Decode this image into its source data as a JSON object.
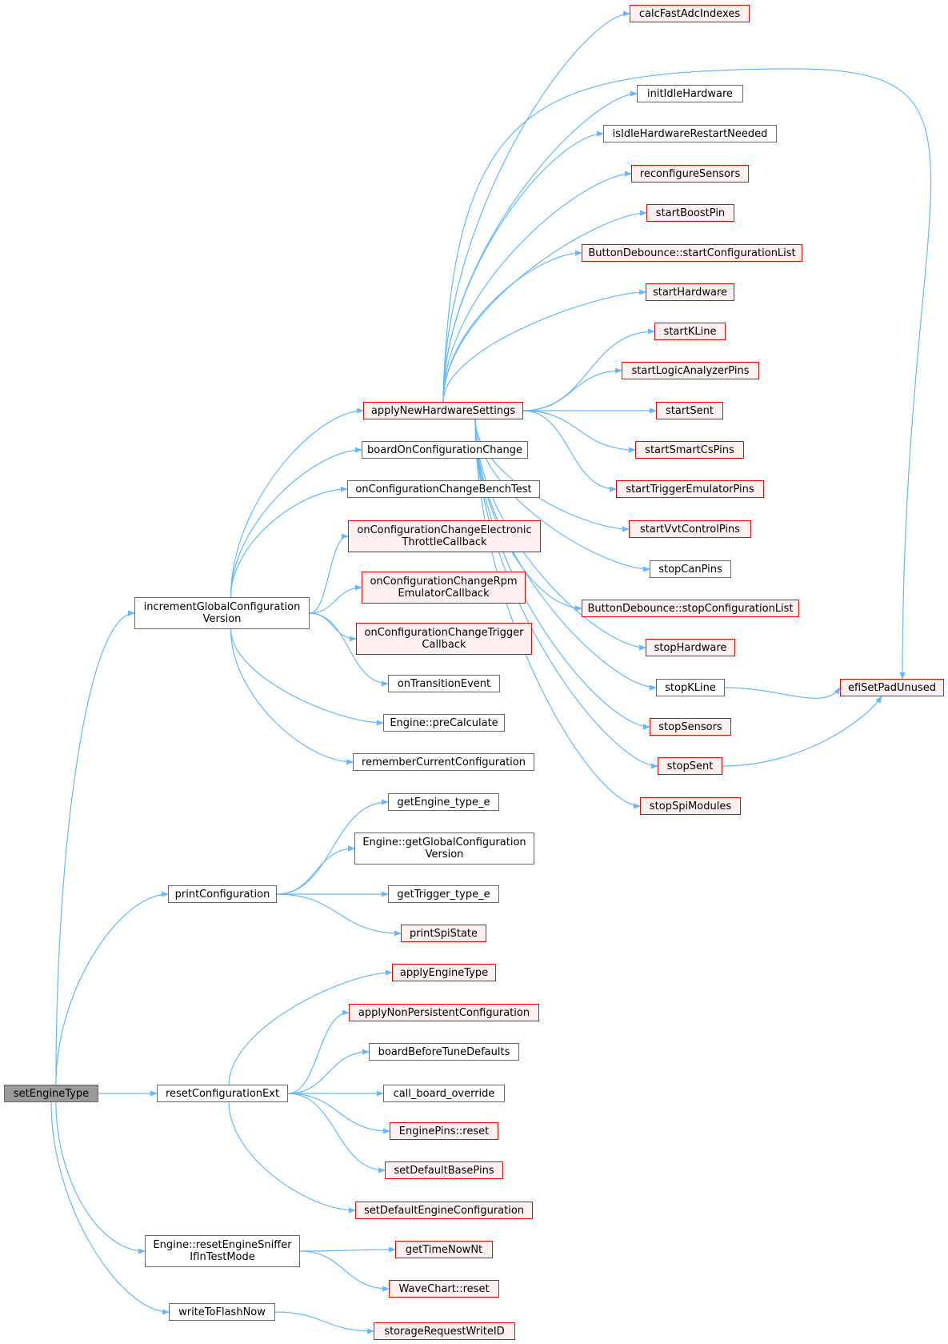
{
  "colors": {
    "edge": "#63b8ff",
    "border_default": "#666666",
    "border_incomplete": "#ff0000",
    "fill_incomplete": "#fff0f0",
    "fill_root": "#999999"
  },
  "nodes": {
    "setEngineType": {
      "label": "setEngineType",
      "style": "root"
    },
    "incrementGlobalConfigurationVersion": {
      "label": "incrementGlobalConfiguration\nVersion",
      "style": "normal"
    },
    "printConfiguration": {
      "label": "printConfiguration",
      "style": "normal"
    },
    "resetConfigurationExt": {
      "label": "resetConfigurationExt",
      "style": "normal"
    },
    "resetEngineSnifferIfInTestMode": {
      "label": "Engine::resetEngineSniffer\nIfInTestMode",
      "style": "normal"
    },
    "writeToFlashNow": {
      "label": "writeToFlashNow",
      "style": "normal"
    },
    "applyNewHardwareSettings": {
      "label": "applyNewHardwareSettings",
      "style": "red"
    },
    "boardOnConfigurationChange": {
      "label": "boardOnConfigurationChange",
      "style": "normal"
    },
    "onConfigurationChangeBenchTest": {
      "label": "onConfigurationChangeBenchTest",
      "style": "normal"
    },
    "onConfigurationChangeElectronicThrottleCallback": {
      "label": "onConfigurationChangeElectronic\nThrottleCallback",
      "style": "red"
    },
    "onConfigurationChangeRpmEmulatorCallback": {
      "label": "onConfigurationChangeRpm\nEmulatorCallback",
      "style": "red"
    },
    "onConfigurationChangeTriggerCallback": {
      "label": "onConfigurationChangeTrigger\nCallback",
      "style": "red"
    },
    "onTransitionEvent": {
      "label": "onTransitionEvent",
      "style": "normal"
    },
    "preCalculate": {
      "label": "Engine::preCalculate",
      "style": "normal"
    },
    "rememberCurrentConfiguration": {
      "label": "rememberCurrentConfiguration",
      "style": "normal"
    },
    "getEngine_type_e": {
      "label": "getEngine_type_e",
      "style": "normal"
    },
    "getGlobalConfigurationVersion": {
      "label": "Engine::getGlobalConfiguration\nVersion",
      "style": "normal"
    },
    "getTrigger_type_e": {
      "label": "getTrigger_type_e",
      "style": "normal"
    },
    "printSpiState": {
      "label": "printSpiState",
      "style": "red"
    },
    "applyEngineType": {
      "label": "applyEngineType",
      "style": "red"
    },
    "applyNonPersistentConfiguration": {
      "label": "applyNonPersistentConfiguration",
      "style": "red"
    },
    "boardBeforeTuneDefaults": {
      "label": "boardBeforeTuneDefaults",
      "style": "normal"
    },
    "call_board_override": {
      "label": "call_board_override",
      "style": "normal"
    },
    "enginePinsReset": {
      "label": "EnginePins::reset",
      "style": "red"
    },
    "setDefaultBasePins": {
      "label": "setDefaultBasePins",
      "style": "red"
    },
    "setDefaultEngineConfiguration": {
      "label": "setDefaultEngineConfiguration",
      "style": "red"
    },
    "getTimeNowNt": {
      "label": "getTimeNowNt",
      "style": "red"
    },
    "waveChartReset": {
      "label": "WaveChart::reset",
      "style": "red"
    },
    "storageRequestWriteID": {
      "label": "storageRequestWriteID",
      "style": "red"
    },
    "calcFastAdcIndexes": {
      "label": "calcFastAdcIndexes",
      "style": "red"
    },
    "initIdleHardware": {
      "label": "initIdleHardware",
      "style": "normal"
    },
    "isIdleHardwareRestartNeeded": {
      "label": "isIdleHardwareRestartNeeded",
      "style": "normal"
    },
    "reconfigureSensors": {
      "label": "reconfigureSensors",
      "style": "red"
    },
    "startBoostPin": {
      "label": "startBoostPin",
      "style": "red"
    },
    "startConfigurationList": {
      "label": "ButtonDebounce::startConfigurationList",
      "style": "red"
    },
    "startHardware": {
      "label": "startHardware",
      "style": "red"
    },
    "startKLine": {
      "label": "startKLine",
      "style": "red"
    },
    "startLogicAnalyzerPins": {
      "label": "startLogicAnalyzerPins",
      "style": "red"
    },
    "startSent": {
      "label": "startSent",
      "style": "red"
    },
    "startSmartCsPins": {
      "label": "startSmartCsPins",
      "style": "red"
    },
    "startTriggerEmulatorPins": {
      "label": "startTriggerEmulatorPins",
      "style": "red"
    },
    "startVvtControlPins": {
      "label": "startVvtControlPins",
      "style": "red"
    },
    "stopCanPins": {
      "label": "stopCanPins",
      "style": "normal"
    },
    "stopConfigurationList": {
      "label": "ButtonDebounce::stopConfigurationList",
      "style": "red"
    },
    "stopHardware": {
      "label": "stopHardware",
      "style": "red"
    },
    "stopKLine": {
      "label": "stopKLine",
      "style": "normal"
    },
    "stopSensors": {
      "label": "stopSensors",
      "style": "red"
    },
    "stopSent": {
      "label": "stopSent",
      "style": "red"
    },
    "stopSpiModules": {
      "label": "stopSpiModules",
      "style": "red"
    },
    "efiSetPadUnused": {
      "label": "efiSetPadUnused",
      "style": "red"
    }
  },
  "edges": [
    [
      "setEngineType",
      "incrementGlobalConfigurationVersion"
    ],
    [
      "setEngineType",
      "printConfiguration"
    ],
    [
      "setEngineType",
      "resetConfigurationExt"
    ],
    [
      "setEngineType",
      "resetEngineSnifferIfInTestMode"
    ],
    [
      "setEngineType",
      "writeToFlashNow"
    ],
    [
      "incrementGlobalConfigurationVersion",
      "applyNewHardwareSettings"
    ],
    [
      "incrementGlobalConfigurationVersion",
      "boardOnConfigurationChange"
    ],
    [
      "incrementGlobalConfigurationVersion",
      "onConfigurationChangeBenchTest"
    ],
    [
      "incrementGlobalConfigurationVersion",
      "onConfigurationChangeElectronicThrottleCallback"
    ],
    [
      "incrementGlobalConfigurationVersion",
      "onConfigurationChangeRpmEmulatorCallback"
    ],
    [
      "incrementGlobalConfigurationVersion",
      "onConfigurationChangeTriggerCallback"
    ],
    [
      "incrementGlobalConfigurationVersion",
      "onTransitionEvent"
    ],
    [
      "incrementGlobalConfigurationVersion",
      "preCalculate"
    ],
    [
      "incrementGlobalConfigurationVersion",
      "rememberCurrentConfiguration"
    ],
    [
      "printConfiguration",
      "getEngine_type_e"
    ],
    [
      "printConfiguration",
      "getGlobalConfigurationVersion"
    ],
    [
      "printConfiguration",
      "getTrigger_type_e"
    ],
    [
      "printConfiguration",
      "printSpiState"
    ],
    [
      "resetConfigurationExt",
      "applyEngineType"
    ],
    [
      "resetConfigurationExt",
      "applyNonPersistentConfiguration"
    ],
    [
      "resetConfigurationExt",
      "boardBeforeTuneDefaults"
    ],
    [
      "resetConfigurationExt",
      "call_board_override"
    ],
    [
      "resetConfigurationExt",
      "enginePinsReset"
    ],
    [
      "resetConfigurationExt",
      "setDefaultBasePins"
    ],
    [
      "resetConfigurationExt",
      "setDefaultEngineConfiguration"
    ],
    [
      "resetEngineSnifferIfInTestMode",
      "getTimeNowNt"
    ],
    [
      "resetEngineSnifferIfInTestMode",
      "waveChartReset"
    ],
    [
      "writeToFlashNow",
      "storageRequestWriteID"
    ],
    [
      "applyNewHardwareSettings",
      "calcFastAdcIndexes"
    ],
    [
      "applyNewHardwareSettings",
      "efiSetPadUnused"
    ],
    [
      "applyNewHardwareSettings",
      "initIdleHardware"
    ],
    [
      "applyNewHardwareSettings",
      "isIdleHardwareRestartNeeded"
    ],
    [
      "applyNewHardwareSettings",
      "reconfigureSensors"
    ],
    [
      "applyNewHardwareSettings",
      "startBoostPin"
    ],
    [
      "applyNewHardwareSettings",
      "startConfigurationList"
    ],
    [
      "applyNewHardwareSettings",
      "startHardware"
    ],
    [
      "applyNewHardwareSettings",
      "startKLine"
    ],
    [
      "applyNewHardwareSettings",
      "startLogicAnalyzerPins"
    ],
    [
      "applyNewHardwareSettings",
      "startSent"
    ],
    [
      "applyNewHardwareSettings",
      "startSmartCsPins"
    ],
    [
      "applyNewHardwareSettings",
      "startTriggerEmulatorPins"
    ],
    [
      "applyNewHardwareSettings",
      "startVvtControlPins"
    ],
    [
      "applyNewHardwareSettings",
      "stopCanPins"
    ],
    [
      "applyNewHardwareSettings",
      "stopConfigurationList"
    ],
    [
      "applyNewHardwareSettings",
      "stopHardware"
    ],
    [
      "applyNewHardwareSettings",
      "stopKLine"
    ],
    [
      "applyNewHardwareSettings",
      "stopSensors"
    ],
    [
      "applyNewHardwareSettings",
      "stopSent"
    ],
    [
      "applyNewHardwareSettings",
      "stopSpiModules"
    ],
    [
      "stopKLine",
      "efiSetPadUnused"
    ],
    [
      "stopSent",
      "efiSetPadUnused"
    ]
  ]
}
